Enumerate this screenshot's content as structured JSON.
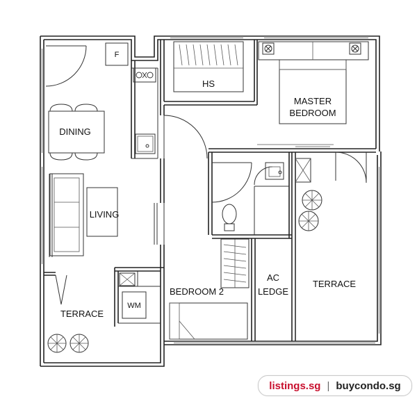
{
  "rooms": {
    "fridge": "F",
    "household_shelter": "HS",
    "master_line1": "MASTER",
    "master_line2": "BEDROOM",
    "dining": "DINING",
    "living": "LIVING",
    "bedroom2": "BEDROOM 2",
    "ac_line1": "AC",
    "ac_line2": "LEDGE",
    "terrace_left": "TERRACE",
    "terrace_right": "TERRACE",
    "washing_machine": "WM"
  },
  "watermark": {
    "site_a": "listings.sg",
    "separator": "|",
    "site_b": "buycondo.sg"
  },
  "colors": {
    "line": "#222222",
    "watermark_accent": "#c8102e"
  }
}
